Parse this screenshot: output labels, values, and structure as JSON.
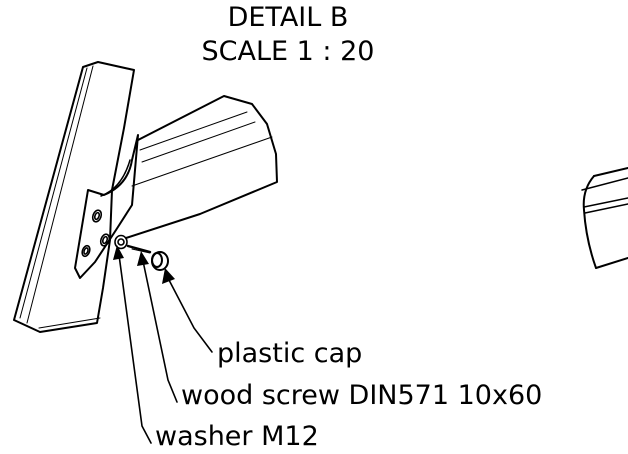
{
  "detail": {
    "title": "DETAIL B",
    "scale": "SCALE 1 : 20"
  },
  "callouts": {
    "plastic_cap": "plastic cap",
    "wood_screw": "wood screw DIN571 10x60",
    "washer": "washer M12"
  },
  "colors": {
    "line": "#000000",
    "background": "#ffffff"
  }
}
